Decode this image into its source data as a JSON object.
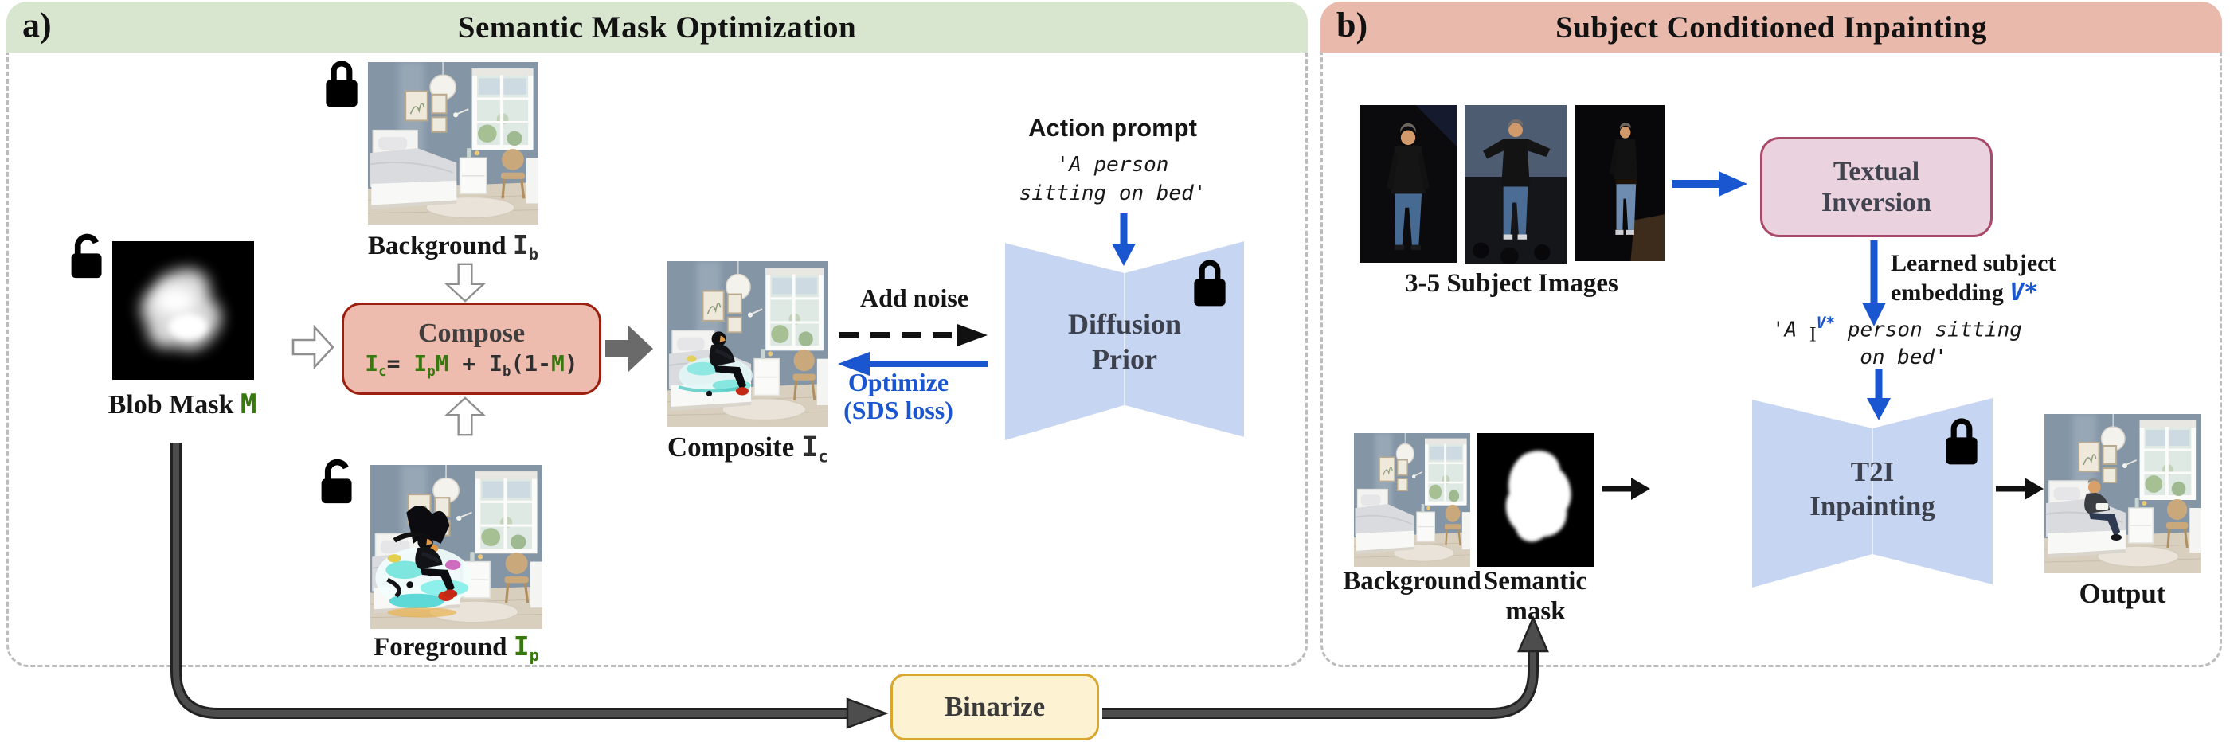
{
  "panel_a": {
    "tag": "a)",
    "title": "Semantic Mask Optimization",
    "blob_mask": {
      "label": "Blob Mask ",
      "var": "M"
    },
    "background": {
      "label": "Background ",
      "var": "I",
      "sub": "b"
    },
    "foreground": {
      "label": "Foreground ",
      "var": "I",
      "sub": "p"
    },
    "compose": {
      "title": "Compose",
      "formula": {
        "ic": "I",
        "ic_sub": "c",
        "eq": "= ",
        "ip": "I",
        "ip_sub": "p",
        "m1": "M",
        "plus": " + ",
        "ib": "I",
        "ib_sub": "b",
        "open_paren": "(1-",
        "m2": "M",
        "close_paren": ")"
      }
    },
    "composite": {
      "label": "Composite ",
      "var": "I",
      "sub": "c"
    },
    "add_noise_label": "Add noise",
    "optimize": {
      "line1": "Optimize",
      "line2": "(SDS loss)"
    },
    "action_prompt": {
      "title": "Action prompt",
      "line1": "'A person",
      "line2": "sitting on bed'"
    },
    "diffusion_prior": {
      "line1": "Diffusion",
      "line2": "Prior"
    }
  },
  "panel_b": {
    "tag": "b)",
    "title": "Subject Conditioned Inpainting",
    "subject_images_label": "3-5 Subject Images",
    "textual_inversion": {
      "line1": "Textual",
      "line2": "Inversion"
    },
    "learned_embedding": {
      "line1": "Learned subject",
      "line2_prefix": "embedding ",
      "token": "V*"
    },
    "prompt": {
      "prefix": "'A ",
      "base": "I",
      "token": "V*",
      "line1_rest": " person sitting",
      "line2": "on bed'"
    },
    "background_label": "Background",
    "semantic_mask_label": {
      "line1": "Semantic",
      "line2": "mask"
    },
    "t2i": {
      "line1": "T2I",
      "line2": "Inpainting"
    },
    "output_label": "Output"
  },
  "binarize_label": "Binarize",
  "icons": {
    "lock_open": "open-padlock",
    "lock_closed": "closed-padlock"
  },
  "colors": {
    "panel_a_header": "#d8e6cf",
    "panel_b_header": "#e9b9ab",
    "accent_blue": "#1a56cf",
    "var_green": "#37790e",
    "compose_fill": "#edbcae",
    "compose_border": "#9c1f10",
    "textual_fill": "#ead2de",
    "textual_border": "#a94a6b",
    "binarize_fill": "#fdf3d3",
    "binarize_border": "#d9a62e",
    "net_fill": "#c6d6f2",
    "arrow_dark": "#3f3f3f"
  }
}
